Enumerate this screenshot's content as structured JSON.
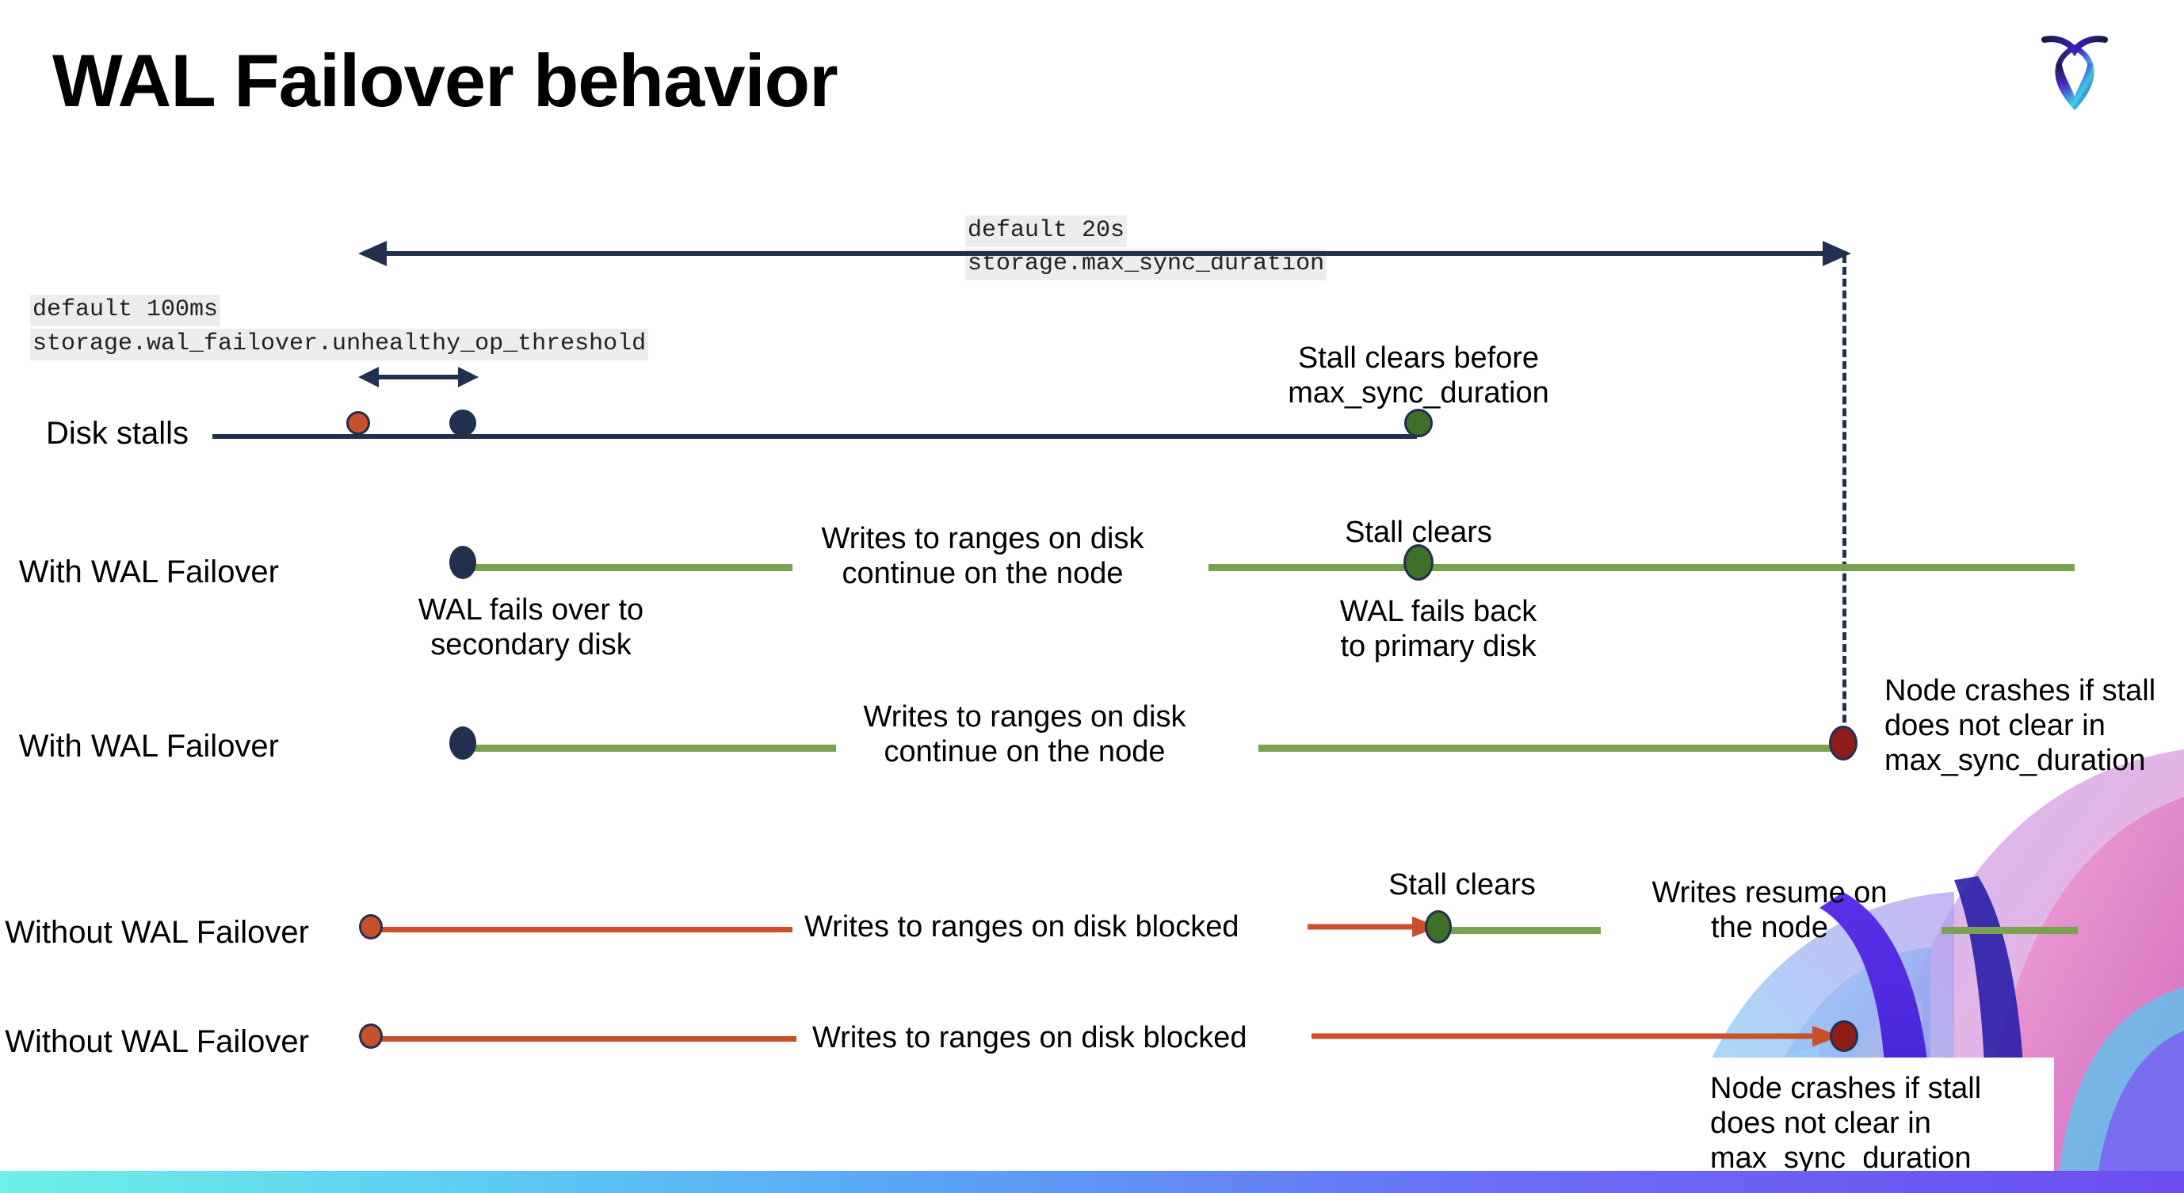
{
  "slide": {
    "title": "WAL Failover behavior",
    "logo_name": "cockroachdb-logo",
    "background": "#ffffff",
    "accent_navy": "#22304f",
    "accent_green": "#79a251",
    "accent_green_dot": "#3f7027",
    "accent_orange": "#c8502a",
    "accent_darkred": "#8e1b18",
    "code_chip_bg": "#ededed",
    "bottom_bar_gradient": [
      "#6ff0e8",
      "#5aa8f5",
      "#6c4df0"
    ]
  },
  "settings": {
    "max_sync": {
      "default_label": "default 20s",
      "cluster_setting": "storage.max_sync_duration"
    },
    "unhealthy_op": {
      "default_label": "default 100ms",
      "cluster_setting": "storage.wal_failover.unhealthy_op_threshold"
    }
  },
  "rows": [
    {
      "id": "disk-stalls",
      "label": "Disk stalls",
      "annotations": [
        {
          "id": "stall-clears-before",
          "text": "Stall clears before\nmax_sync_duration"
        }
      ]
    },
    {
      "id": "with-wal-failover-clears",
      "label": "With WAL Failover",
      "annotations": [
        {
          "id": "writes-continue-1",
          "text": "Writes to ranges on disk\ncontinue on the node"
        },
        {
          "id": "stall-clears-1",
          "text": "Stall clears"
        },
        {
          "id": "wal-fails-over",
          "text": "WAL fails over to\nsecondary disk"
        },
        {
          "id": "wal-fails-back",
          "text": "WAL fails  back\nto primary disk"
        }
      ]
    },
    {
      "id": "with-wal-failover-crash",
      "label": "With WAL Failover",
      "annotations": [
        {
          "id": "writes-continue-2",
          "text": "Writes to ranges on disk\ncontinue on the node"
        },
        {
          "id": "node-crashes-1",
          "text": "Node crashes if stall\ndoes not clear in\nmax_sync_duration"
        }
      ]
    },
    {
      "id": "without-wal-failover-clears",
      "label": "Without WAL Failover",
      "annotations": [
        {
          "id": "writes-blocked-1",
          "text": "Writes to ranges on disk  blocked"
        },
        {
          "id": "stall-clears-2",
          "text": "Stall clears"
        },
        {
          "id": "writes-resume",
          "text": "Writes resume on\nthe node"
        }
      ]
    },
    {
      "id": "without-wal-failover-crash",
      "label": "Without WAL Failover",
      "annotations": [
        {
          "id": "writes-blocked-2",
          "text": "Writes to ranges on disk  blocked"
        },
        {
          "id": "node-crashes-2",
          "text": "Node crashes if stall\ndoes not clear in\nmax_sync_duration"
        }
      ]
    }
  ],
  "markers": {
    "stall_begin": "disk-stall-start-marker",
    "failover_point": "wal-failover-marker",
    "stall_clear": "stall-clear-marker",
    "node_crash": "node-crash-marker"
  }
}
